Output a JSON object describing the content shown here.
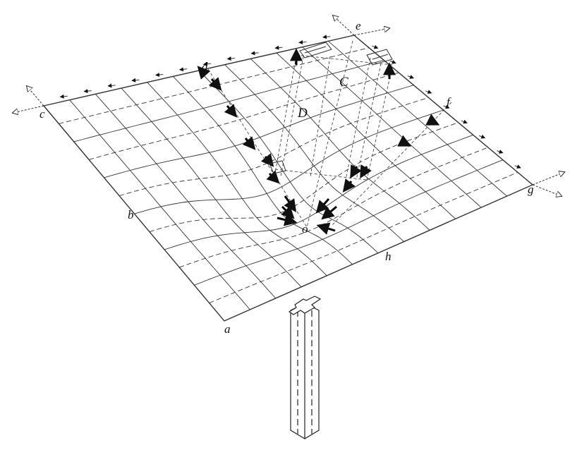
{
  "diagram": {
    "colors": {
      "ink": "#111111",
      "grid": "#333333",
      "paper": "#ffffff"
    },
    "labels": {
      "a": "a",
      "b": "b",
      "c": "c",
      "d": "d",
      "e": "e",
      "f": "f",
      "g": "g",
      "h": "h",
      "o": "o",
      "C": "C",
      "D": "D"
    },
    "icons": [
      "outward-load-arrow-icon",
      "stress-arrow-icon"
    ]
  }
}
